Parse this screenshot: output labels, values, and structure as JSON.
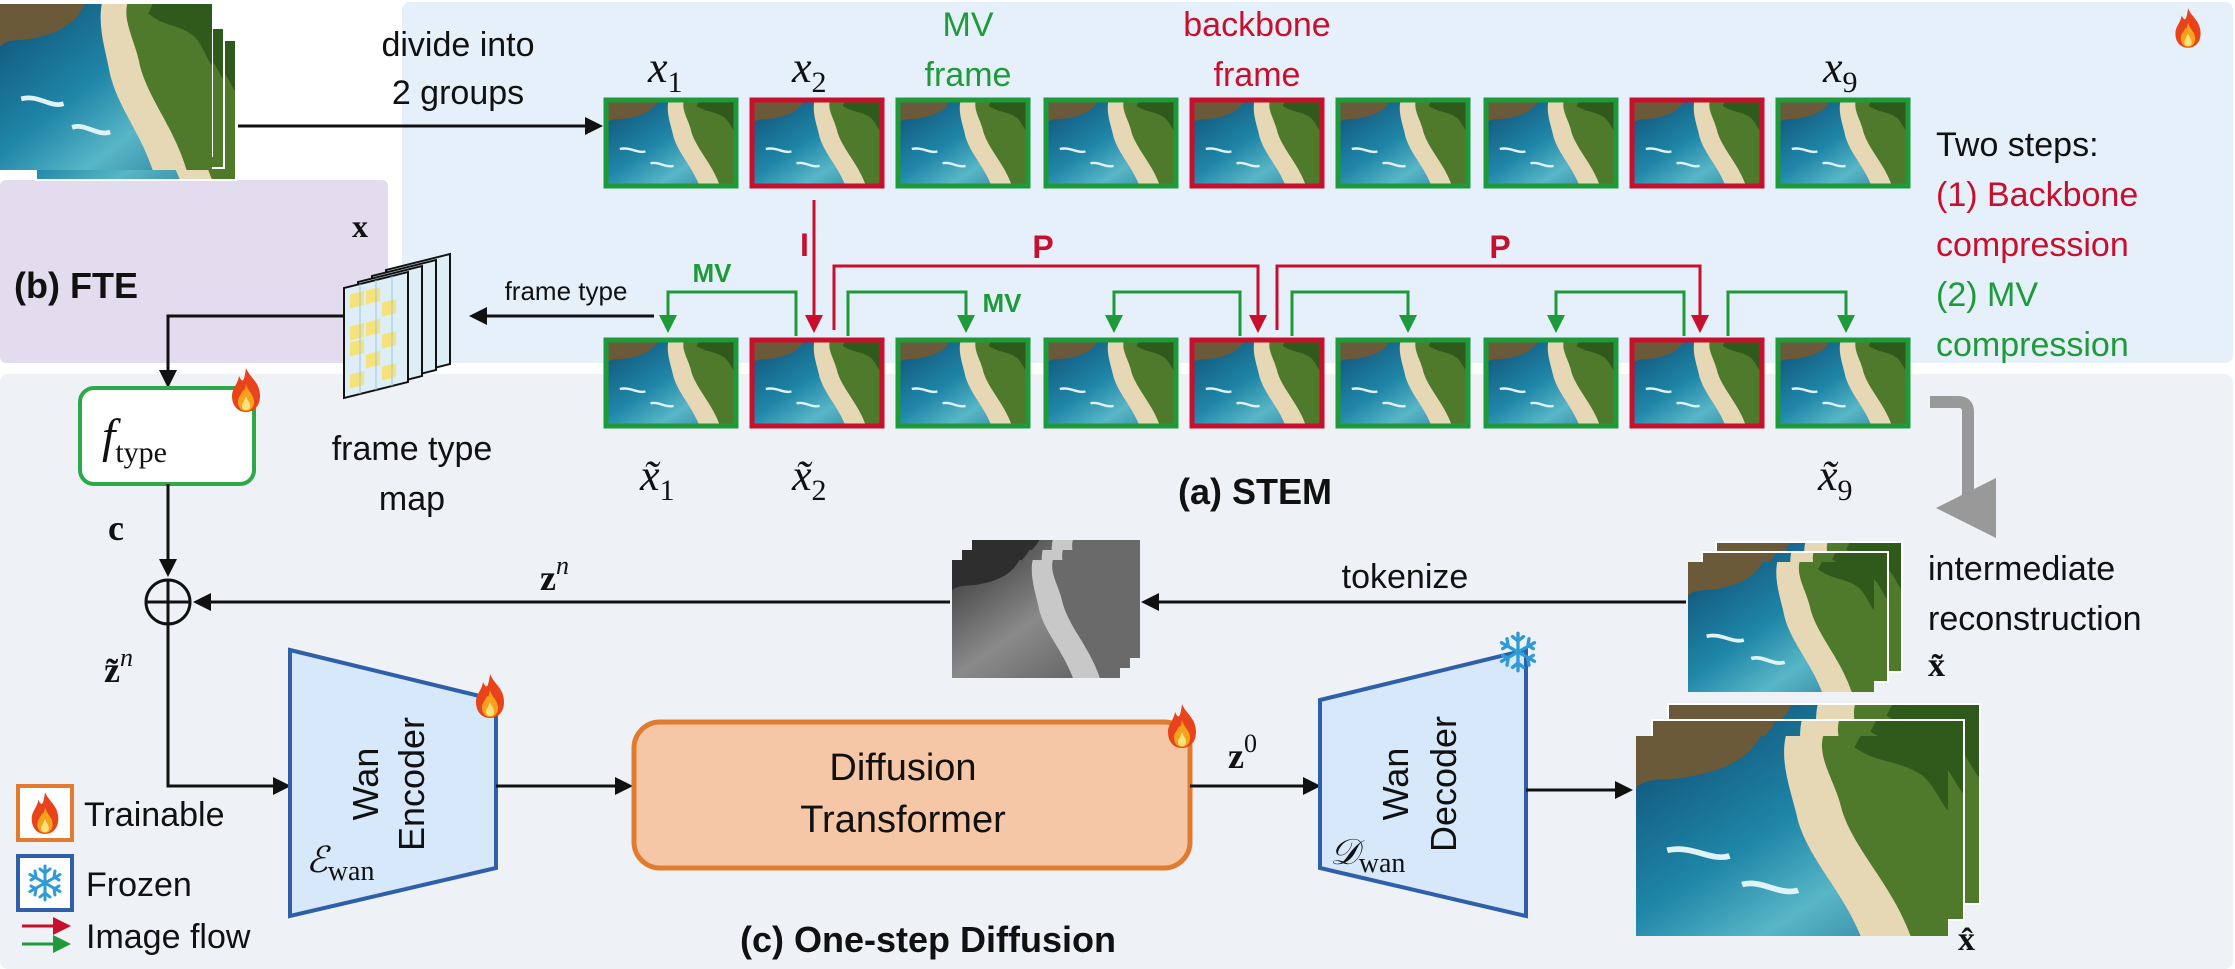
{
  "colors": {
    "red": "#c8102e",
    "green": "#1f9a3a",
    "stem_panel": "#e5f0fb",
    "fte_panel": "#e3dcef",
    "diffusion_panel": "#eef2f6",
    "wan_fill": "#d6e8fa",
    "wan_stroke": "#2f5fa8",
    "dit_fill": "#f6c7a6",
    "dit_stroke": "#e07b2f",
    "gray_arrow": "#999999"
  },
  "icons": {
    "trainable": "fire-icon",
    "frozen": "snowflake-icon"
  },
  "labels": {
    "divide_line1": "divide into",
    "divide_line2": "2 groups",
    "input_video": "x",
    "mv_frame_line1": "MV",
    "mv_frame_line2": "frame",
    "backbone_frame_line1": "backbone",
    "backbone_frame_line2": "frame",
    "x1": "x",
    "x1_sub": "1",
    "x2": "x",
    "x2_sub": "2",
    "x9": "x",
    "x9_sub": "9",
    "xt1": "x̃",
    "xt1_sub": "1",
    "xt2": "x̃",
    "xt2_sub": "2",
    "xt9": "x̃",
    "xt9_sub": "9",
    "i_label": "I",
    "p_label_1": "P",
    "p_label_2": "P",
    "mv_label_1": "MV",
    "mv_label_2": "MV",
    "two_steps": "Two steps:",
    "step1_line1": "(1) Backbone",
    "step1_line2": "compression",
    "step2_line1": "(2) MV",
    "step2_line2": "compression",
    "stem_title": "(a)  STEM",
    "fte_title": "(b) FTE",
    "frame_type": "frame type",
    "frame_type_map_line1": "frame type",
    "frame_type_map_line2": "map",
    "ftype": "f",
    "ftype_sub": "type",
    "c_label": "c",
    "zn": "z",
    "zn_sup": "n",
    "ztilde_n": "z̃",
    "ztilde_n_sup": "n",
    "tokenize": "tokenize",
    "intermediate_line1": "intermediate",
    "intermediate_line2": "reconstruction",
    "x_tilde": "x̃",
    "wan_encoder_line1": "Wan",
    "wan_encoder_line2": "Encoder",
    "e_wan": "ℰ",
    "e_wan_sub": "wan",
    "dit_line1": "Diffusion",
    "dit_line2": "Transformer",
    "z0": "z",
    "z0_sup": "0",
    "wan_decoder_line1": "Wan",
    "wan_decoder_line2": "Decoder",
    "d_wan": "𝒟",
    "d_wan_sub": "wan",
    "x_hat": "x̂",
    "legend_trainable": "Trainable",
    "legend_frozen": "Frozen",
    "legend_image_flow": "Image flow",
    "diffusion_title": "(c)  One-step Diffusion"
  }
}
